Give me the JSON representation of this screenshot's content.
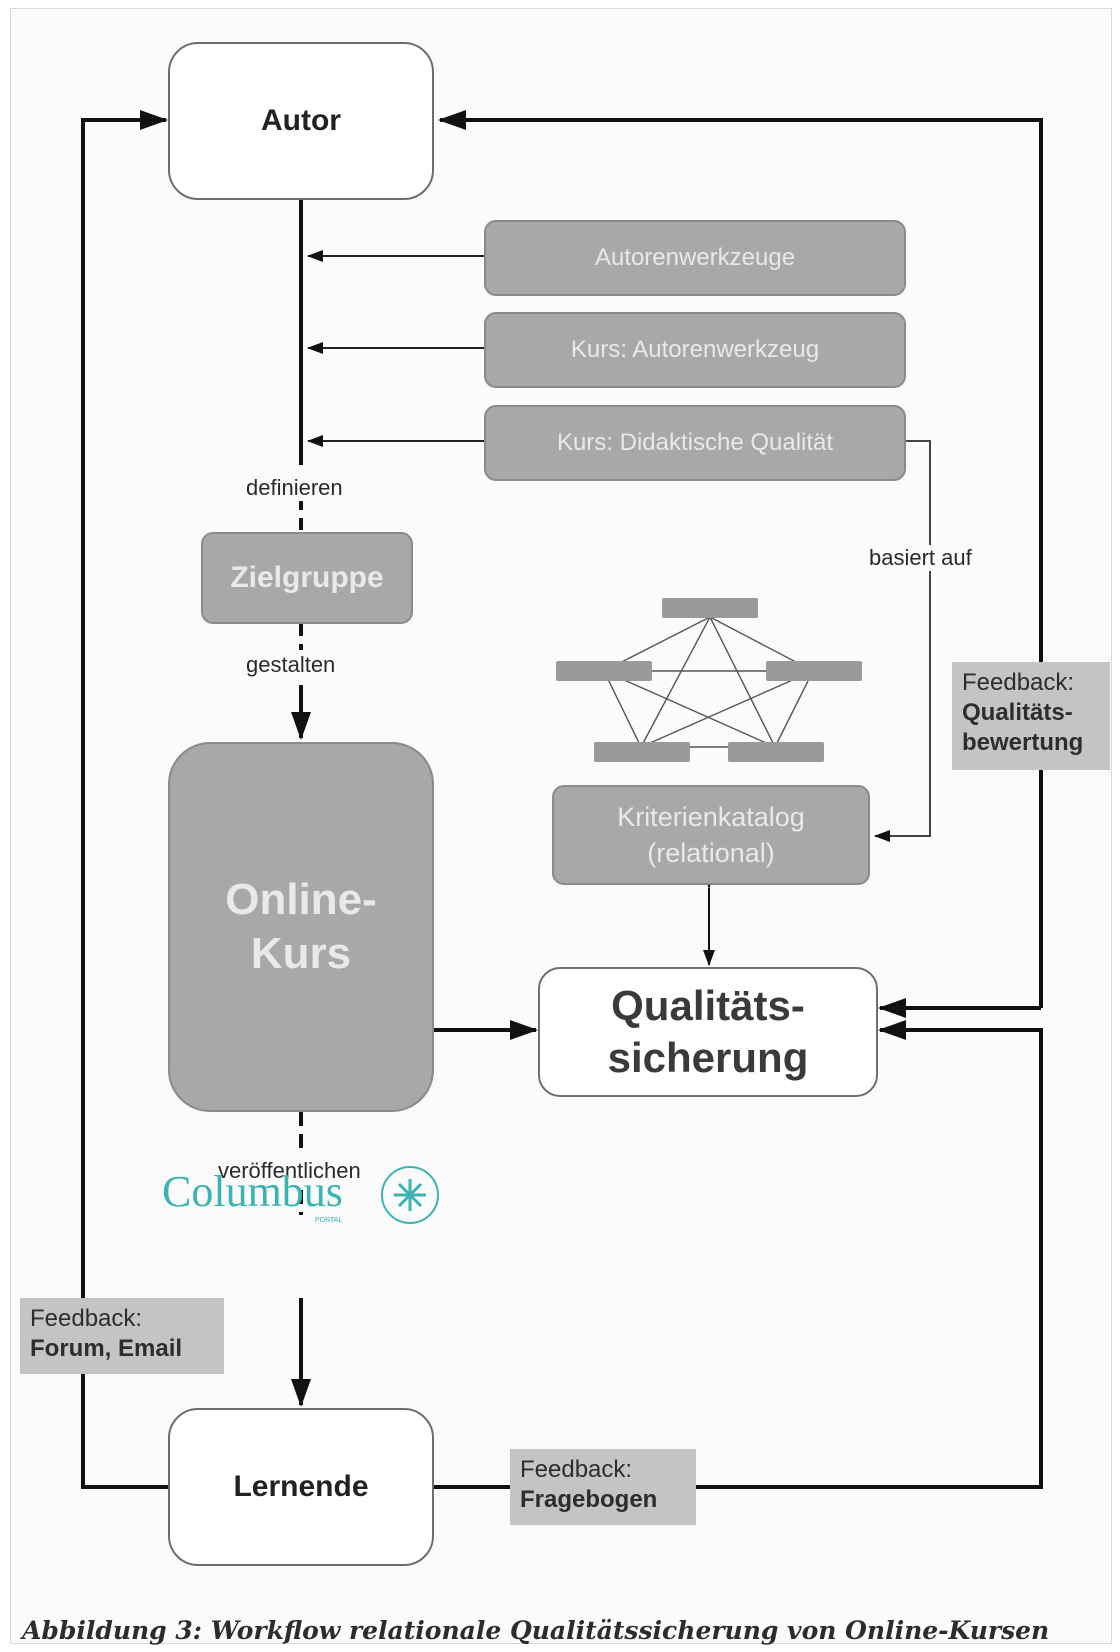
{
  "nodes": {
    "autor": "Autor",
    "autorenwerkzeuge": "Autorenwerkzeuge",
    "kurs_autorenwerkzeug": "Kurs: Autorenwerkzeug",
    "kurs_didaktische_qualitaet": "Kurs: Didaktische Qualität",
    "zielgruppe": "Zielgruppe",
    "online_kurs_line1": "Online-",
    "online_kurs_line2": "Kurs",
    "kriterienkatalog_line1": "Kriterienkatalog",
    "kriterienkatalog_line2": "(relational)",
    "qualitaetssicherung_line1": "Qualitäts-",
    "qualitaetssicherung_line2": "sicherung",
    "lernende": "Lernende"
  },
  "edge_labels": {
    "definieren": "definieren",
    "gestalten": "gestalten",
    "veroeffentlichen": "veröffentlichen",
    "basiert_auf": "basiert auf"
  },
  "feedback": {
    "qualitaet": {
      "line1": "Feedback:",
      "line2": "Qualitäts-",
      "line3": "bewertung"
    },
    "forum": {
      "line1": "Feedback:",
      "line2": "Forum, Email"
    },
    "fragebogen": {
      "line1": "Feedback:",
      "line2": "Fragebogen"
    }
  },
  "logo": {
    "name": "Columbus",
    "sub": "PORTAL",
    "color": "#3bb3b3"
  },
  "caption": "Abbildung 3: Workflow relationale Qualitätssicherung von Online-Kursen"
}
